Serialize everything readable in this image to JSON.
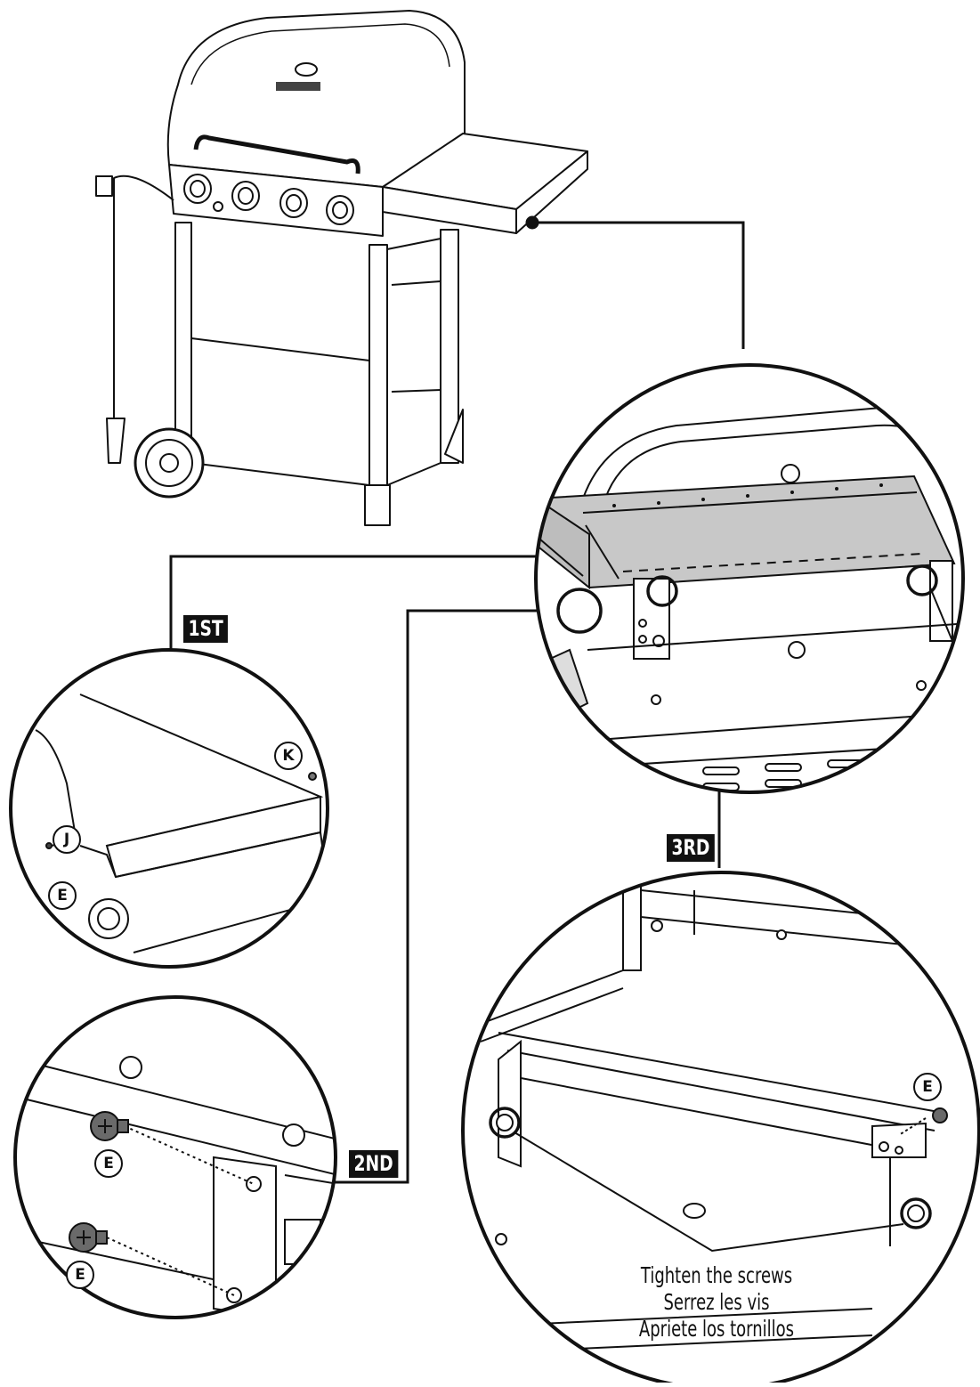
{
  "steps": {
    "first": "1ST",
    "second": "2ND",
    "third": "3RD"
  },
  "callouts": {
    "k": "K",
    "j": "J",
    "e": "E"
  },
  "instructions": {
    "en": "Tighten the screws",
    "fr": "Serrez les vis",
    "es": "Apriete los tornillos"
  },
  "colors": {
    "line": "#111111",
    "shelf_fill": "#c8c8c8",
    "screw_fill": "#6a6a6a"
  }
}
